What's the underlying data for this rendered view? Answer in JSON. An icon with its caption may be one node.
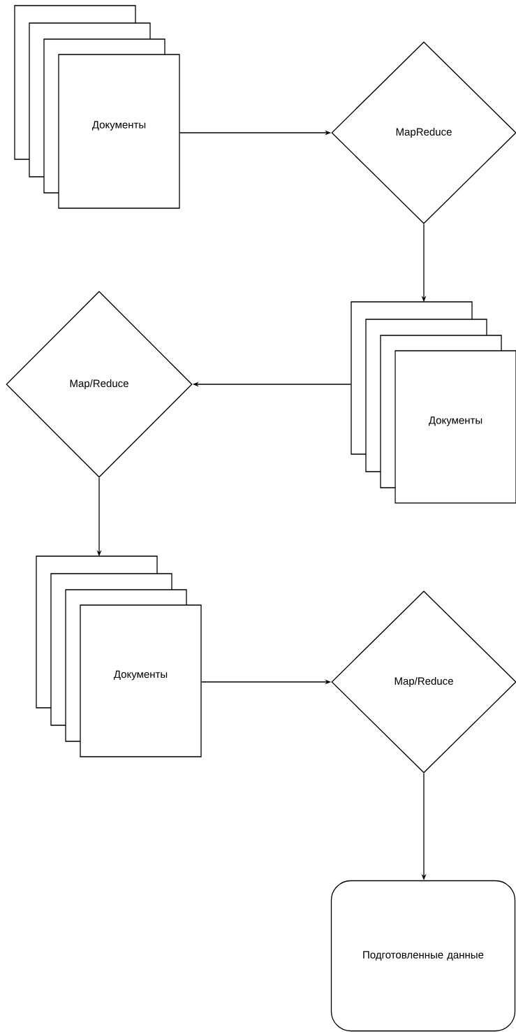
{
  "diagram": {
    "nodes": [
      {
        "text": [
          "Документы"
        ]
      },
      {
        "text": [
          "MapReduce"
        ]
      },
      {
        "text": [
          "Документы"
        ]
      },
      {
        "text": [
          "Map/Reduce"
        ]
      },
      {
        "text": [
          "Документы"
        ]
      },
      {
        "text": [
          "Map/Reduce"
        ]
      },
      {
        "text": [
          "Подготовленные данные"
        ]
      }
    ],
    "edges": [
      {
        "from": 0,
        "to": 1,
        "arrow": "to"
      },
      {
        "from": 1,
        "to": 2,
        "arrow": "to"
      },
      {
        "from": 2,
        "to": 3,
        "arrow": "to"
      },
      {
        "from": 3,
        "to": 4,
        "arrow": "to"
      },
      {
        "from": 4,
        "to": 5,
        "arrow": "to"
      },
      {
        "from": 5,
        "to": 6,
        "arrow": "to"
      }
    ]
  }
}
